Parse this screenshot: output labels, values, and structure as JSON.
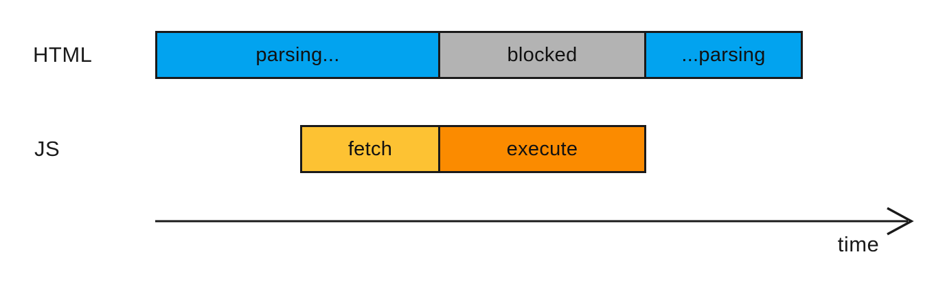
{
  "diagram": {
    "rows": {
      "html": {
        "label": "HTML",
        "segments": {
          "parsing_start": {
            "label": "parsing...",
            "color": "#02A3EF"
          },
          "blocked": {
            "label": "blocked",
            "color": "#B3B3B3"
          },
          "parsing_end": {
            "label": "...parsing",
            "color": "#02A3EF"
          }
        }
      },
      "js": {
        "label": "JS",
        "segments": {
          "fetch": {
            "label": "fetch",
            "color": "#FDC233"
          },
          "execute": {
            "label": "execute",
            "color": "#FB8B00"
          }
        }
      }
    },
    "axis": {
      "label": "time"
    },
    "colors": {
      "parsing": "#02A3EF",
      "blocked": "#B3B3B3",
      "fetch": "#FDC233",
      "execute": "#FB8B00",
      "border": "#1A1A1A",
      "text": "#1A1A1A",
      "background": "#FFFFFF"
    }
  }
}
